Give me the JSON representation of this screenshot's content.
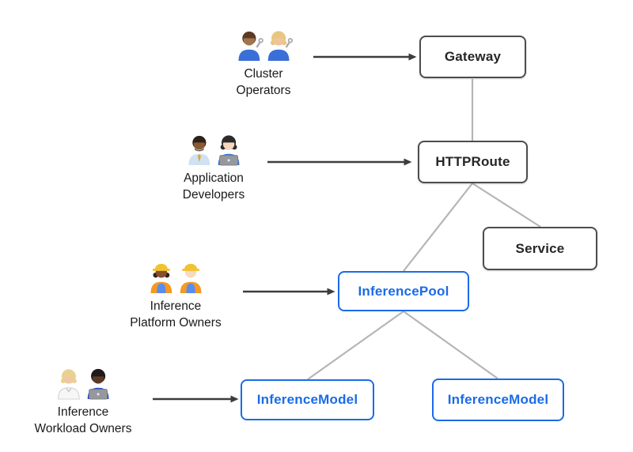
{
  "colors": {
    "background": "#ffffff",
    "core_border": "#4d4d4d",
    "core_text": "#262626",
    "inference_accent": "#1a6be8",
    "connector_gray": "#b5b5b5",
    "arrow_dark": "#3d3d3d"
  },
  "personas": [
    {
      "name": "Cluster Operators",
      "line1": "Cluster",
      "line2": "Operators",
      "emoji": "👨🏽‍🔧 👩🏼‍🔧",
      "icon": "mechanics-icon",
      "points_to": "Gateway"
    },
    {
      "name": "Application Developers",
      "line1": "Application",
      "line2": "Developers",
      "emoji": "👨🏾‍💼 👩🏻‍💻",
      "icon": "office-worker-and-technologist-icon",
      "points_to": "HTTPRoute"
    },
    {
      "name": "Inference Platform Owners",
      "line1": "Inference",
      "line2": "Platform Owners",
      "emoji": "👷🏾‍♀️ 👷🏻",
      "icon": "construction-workers-icon",
      "points_to": "InferencePool"
    },
    {
      "name": "Inference Workload Owners",
      "line1": "Inference",
      "line2": "Workload Owners",
      "emoji": "🧑🏼‍⚕️ 🧑🏿‍💻",
      "icon": "health-worker-and-technologist-icon",
      "points_to": "InferenceModel"
    }
  ],
  "nodes": [
    {
      "id": "gateway",
      "label": "Gateway",
      "variant": "core"
    },
    {
      "id": "httproute",
      "label": "HTTPRoute",
      "variant": "core"
    },
    {
      "id": "service",
      "label": "Service",
      "variant": "core"
    },
    {
      "id": "inference-pool",
      "label": "InferencePool",
      "variant": "inference"
    },
    {
      "id": "inference-model-left",
      "label": "InferenceModel",
      "variant": "inference"
    },
    {
      "id": "inference-model-right",
      "label": "InferenceModel",
      "variant": "inference"
    }
  ],
  "edges": [
    {
      "from": "Gateway",
      "to": "HTTPRoute"
    },
    {
      "from": "HTTPRoute",
      "to": "InferencePool"
    },
    {
      "from": "HTTPRoute",
      "to": "Service"
    },
    {
      "from": "InferencePool",
      "to": "InferenceModel (left)"
    },
    {
      "from": "InferencePool",
      "to": "InferenceModel (right)"
    }
  ]
}
